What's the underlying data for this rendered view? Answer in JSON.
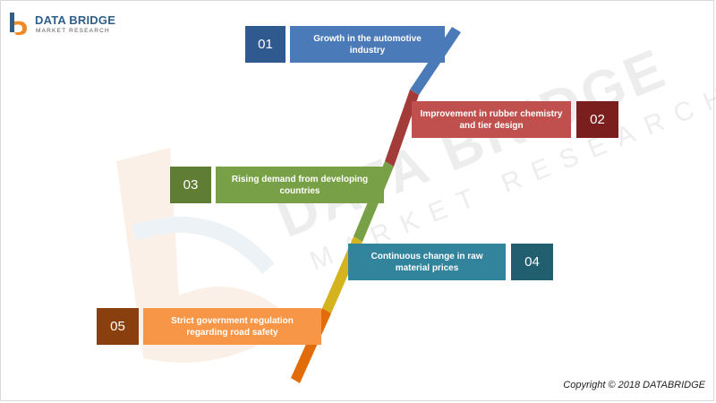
{
  "logo": {
    "title": "DATA BRIDGE",
    "subtitle": "MARKET RESEARCH"
  },
  "watermark": {
    "title": "DATA BRIDGE",
    "subtitle": "MARKET RESEARCH"
  },
  "items": [
    {
      "number": "01",
      "label": "Growth in the automotive industry",
      "color": "#4a7ab8",
      "num_color": "#2f5a8f"
    },
    {
      "number": "02",
      "label": "Improvement in rubber chemistry and tier design",
      "color": "#c0504d",
      "num_color": "#7a1f1e"
    },
    {
      "number": "03",
      "label": "Rising demand from developing countries",
      "color": "#78a046",
      "num_color": "#5f7d33"
    },
    {
      "number": "04",
      "label": "Continuous change in raw material prices",
      "color": "#31849b",
      "num_color": "#215f70"
    },
    {
      "number": "05",
      "label": "Strict government regulation regarding road safety",
      "color": "#f79646",
      "num_color": "#8a3f0e"
    }
  ],
  "copyright": "Copyright © 2018 DATABRIDGE"
}
